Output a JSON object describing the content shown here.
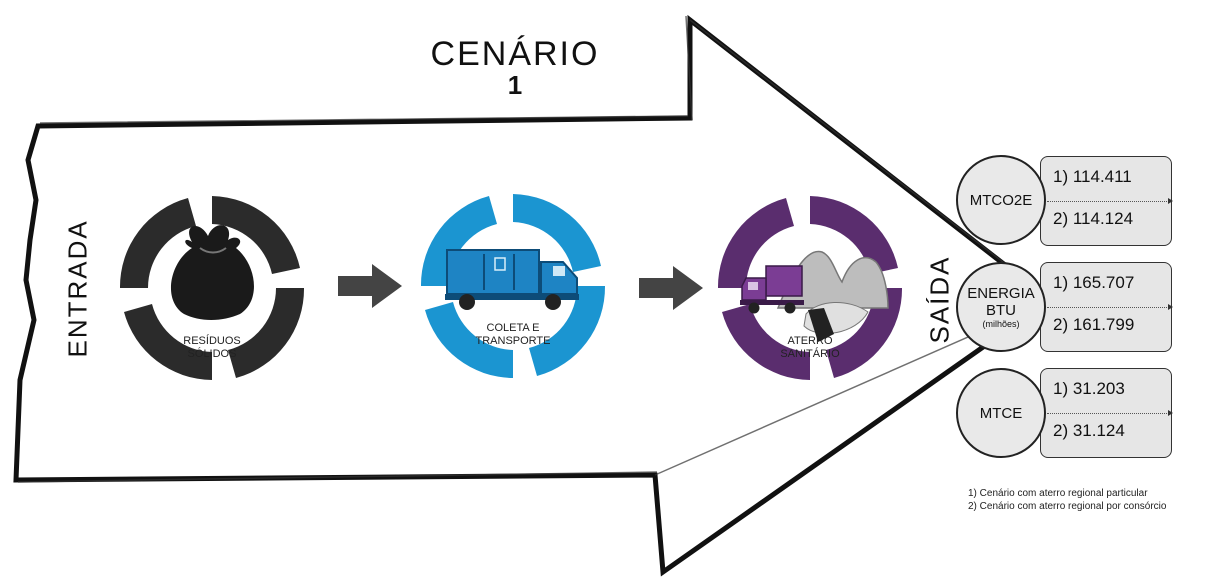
{
  "title": {
    "line1": "CENÁRIO",
    "line2": "1"
  },
  "side_labels": {
    "entrada": "ENTRADA",
    "saida": "SAÍDA"
  },
  "stages": [
    {
      "label_line1": "RESÍDUOS",
      "label_line2": "SÓLIDOS",
      "icon": "garbage-bag-icon",
      "color": "#2b2b2b"
    },
    {
      "label_line1": "COLETA E",
      "label_line2": "TRANSPORTE",
      "icon": "garbage-truck-icon",
      "color": "#1b95d1"
    },
    {
      "label_line1": "ATERRO",
      "label_line2": "SANITÁRIO",
      "icon": "landfill-icon",
      "color": "#5a2d6e"
    }
  ],
  "outputs": [
    {
      "label": "MTCO2E",
      "label_sub": "",
      "value1": "1) 114.411",
      "value2": "2) 114.124"
    },
    {
      "label": "ENERGIA BTU",
      "label_sub": "(milhões)",
      "value1": "1) 165.707",
      "value2": "2) 161.799"
    },
    {
      "label": "MTCE",
      "label_sub": "",
      "value1": "1) 31.203",
      "value2": "2) 31.124"
    }
  ],
  "notes": [
    "1) Cenário com aterro regional particular",
    "2) Cenário com aterro regional por consórcio"
  ],
  "colors": {
    "outline": "#111111",
    "arrow_gray": "#555555",
    "panel_bg": "#e6e6e6"
  }
}
